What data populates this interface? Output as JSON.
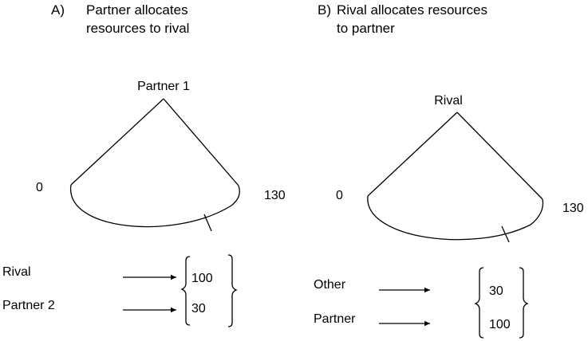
{
  "panel_a": {
    "heading_label": "A)",
    "heading_line1": "Partner allocates",
    "heading_line2": "resources to rival",
    "apex_label": "Partner 1",
    "left_value": "0",
    "right_value": "130",
    "rows": [
      {
        "label": "Rival",
        "value": "100"
      },
      {
        "label": "Partner 2",
        "value": "30"
      }
    ]
  },
  "panel_b": {
    "heading_label": "B)",
    "heading_line1": "Rival allocates resources",
    "heading_line2": "to partner",
    "apex_label": "Rival",
    "left_value": "0",
    "right_value": "130",
    "rows": [
      {
        "label": "Other",
        "value": "30"
      },
      {
        "label": "Partner",
        "value": "100"
      }
    ]
  }
}
